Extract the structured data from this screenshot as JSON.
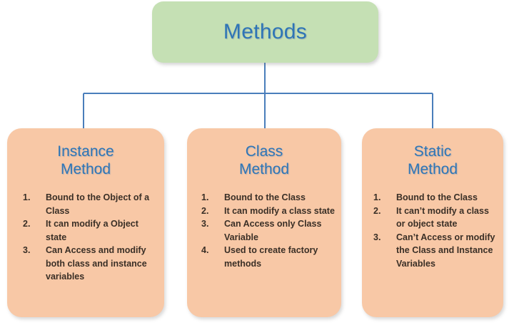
{
  "diagram": {
    "type": "hierarchy-tree",
    "title": "Methods",
    "root": {
      "label": "Methods",
      "fill_color": "#c5e0b4",
      "text_color": "#2e75b6"
    },
    "connector_color": "#4a7ebb",
    "children": [
      {
        "title_line_1": "Instance",
        "title_line_2": "Method",
        "fill_color": "#f8c8a6",
        "text_color": "#2e75b6",
        "items": [
          "Bound to the Object of a Class",
          "It can modify a Object state",
          "Can Access and modify both class and instance variables"
        ]
      },
      {
        "title_line_1": "Class",
        "title_line_2": "Method",
        "fill_color": "#f8c8a6",
        "text_color": "#2e75b6",
        "items": [
          "Bound to the Class",
          "It can modify a class state",
          "Can Access only Class Variable",
          "Used to create factory methods"
        ]
      },
      {
        "title_line_1": "Static",
        "title_line_2": "Method",
        "fill_color": "#f8c8a6",
        "text_color": "#2e75b6",
        "items": [
          "Bound to the Class",
          "It can’t modify a class or object state",
          "Can’t Access or modify the Class and Instance Variables"
        ]
      }
    ]
  }
}
